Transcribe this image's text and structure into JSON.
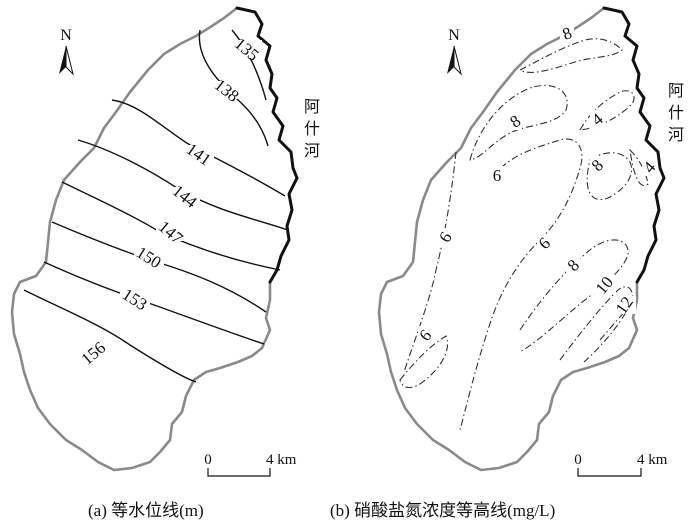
{
  "panels": [
    {
      "id": "a",
      "caption": "(a)  等水位线(m)",
      "river_name": [
        "阿",
        "什",
        "河"
      ],
      "north": "N",
      "scale": {
        "zero": "0",
        "end": "4 km"
      },
      "contour_labels": [
        "135",
        "138",
        "141",
        "144",
        "147",
        "150",
        "153",
        "156"
      ]
    },
    {
      "id": "b",
      "caption": "(b)  硝酸盐氮浓度等高线(mg/L)",
      "river_name": [
        "阿",
        "什",
        "河"
      ],
      "north": "N",
      "scale": {
        "zero": "0",
        "end": "4 km"
      },
      "contour_labels": [
        "8",
        "8",
        "4",
        "6",
        "8",
        "4",
        "6",
        "6",
        "8",
        "10",
        "12",
        "6"
      ]
    }
  ]
}
